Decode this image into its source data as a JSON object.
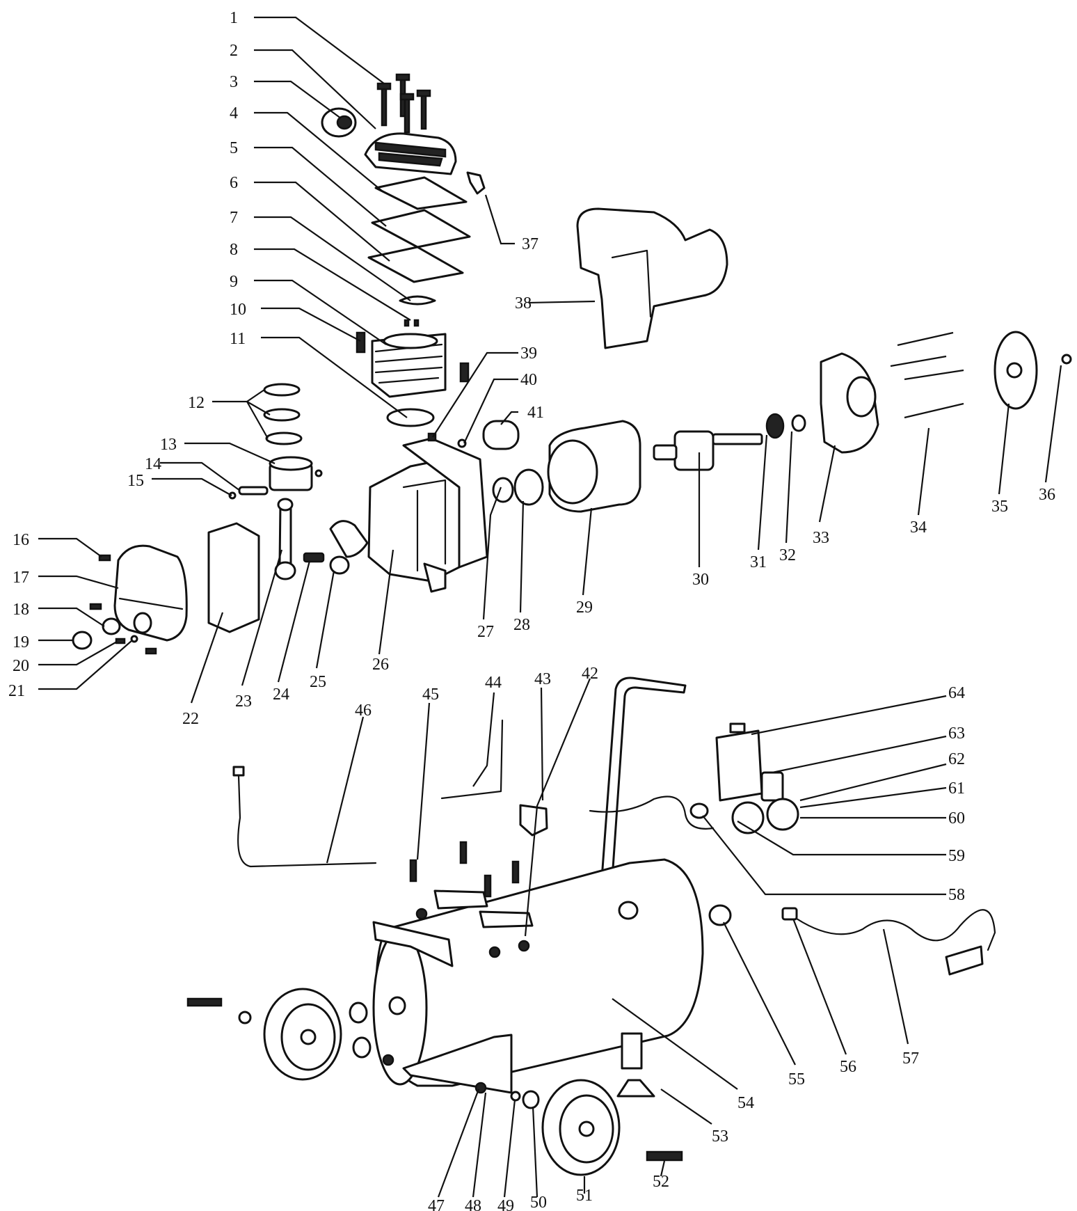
{
  "labels": [
    "1",
    "2",
    "3",
    "4",
    "5",
    "6",
    "7",
    "8",
    "9",
    "10",
    "11",
    "12",
    "13",
    "14",
    "15",
    "16",
    "17",
    "18",
    "19",
    "20",
    "21",
    "22",
    "23",
    "24",
    "25",
    "26",
    "27",
    "28",
    "29",
    "30",
    "31",
    "32",
    "33",
    "34",
    "35",
    "36",
    "37",
    "38",
    "39",
    "40",
    "41",
    "42",
    "43",
    "44",
    "45",
    "46",
    "47",
    "48",
    "49",
    "50",
    "51",
    "52",
    "53",
    "54",
    "55",
    "56",
    "57",
    "58",
    "59",
    "60",
    "61",
    "62",
    "63",
    "64"
  ],
  "colors": {
    "ink": "#111111",
    "paper": "#ffffff"
  }
}
